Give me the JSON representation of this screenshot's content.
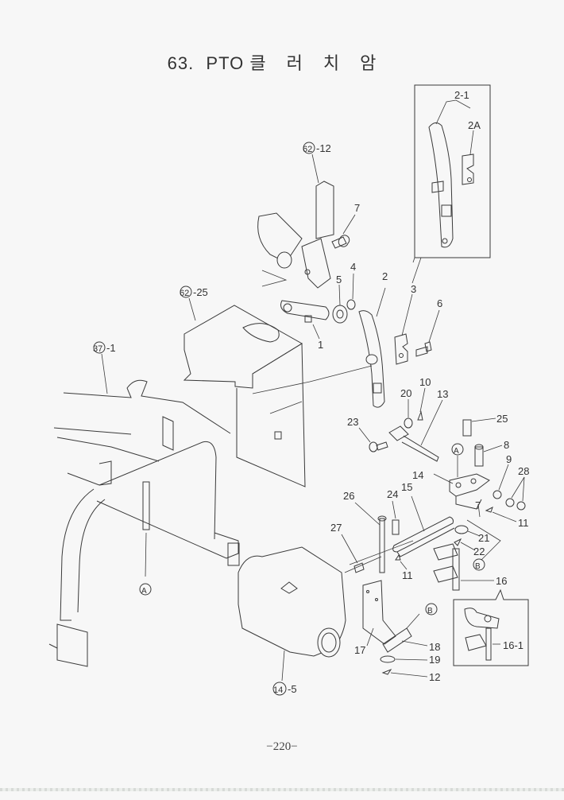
{
  "page": {
    "title_number": "63.",
    "title_code": "PTO",
    "title_korean": "클러치암",
    "page_number": "−220−"
  },
  "callouts": {
    "ref_62_12": {
      "circle": "62",
      "suffix": "-12"
    },
    "ref_62_25": {
      "circle": "62",
      "suffix": "-25"
    },
    "ref_37_1": {
      "circle": "37",
      "suffix": "-1"
    },
    "ref_14_5": {
      "circle": "14",
      "suffix": "-5"
    },
    "p2_1": "2-1",
    "p2A": "2A",
    "p7": "7",
    "p4": "4",
    "p5": "5",
    "p2": "2",
    "p3": "3",
    "p6": "6",
    "p1": "1",
    "p20": "20",
    "p10": "10",
    "p13": "13",
    "p23": "23",
    "p25": "25",
    "p8": "8",
    "p9": "9",
    "p28": "28",
    "p14": "14",
    "p15": "15",
    "p24": "24",
    "p26": "26",
    "p27": "27",
    "p11a": "11",
    "p11b": "11",
    "p21": "21",
    "p22": "22",
    "p16": "16",
    "p16_1": "16-1",
    "p17": "17",
    "p18": "18",
    "p19": "19",
    "p12": "12",
    "mark_A1": "A",
    "mark_A2": "A",
    "mark_B1": "B",
    "mark_B2": "B"
  }
}
